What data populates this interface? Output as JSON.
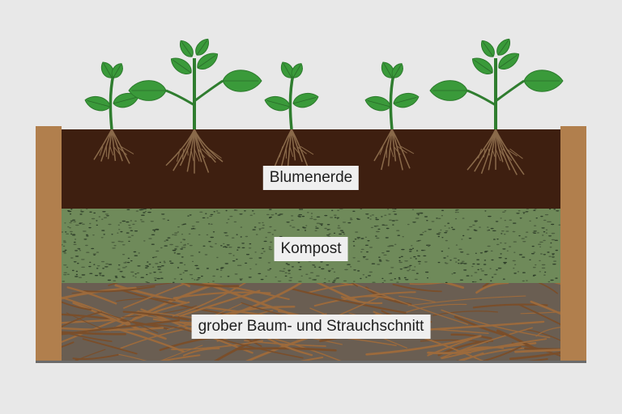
{
  "layers": [
    {
      "id": "top",
      "label": "Blumenerde",
      "color": "#3e1f10"
    },
    {
      "id": "middle",
      "label": "Kompost",
      "color": "#6f8a5a"
    },
    {
      "id": "bottom",
      "label": "grober Baum- und Strauchschnitt",
      "color": "#6a5e52"
    }
  ],
  "colors": {
    "background": "#e8e8e8",
    "frame_wood": "#b17f4d",
    "ground_line": "#6b6b6b",
    "label_background": "#efefef",
    "leaf": "#3a9a3a",
    "leaf_dark": "#2c7a2c",
    "stem": "#2f7d2f",
    "root": "#8a6a4a",
    "branch": "#9c6a3c"
  },
  "plants": [
    {
      "name": "seedling",
      "icon": "seedling-icon"
    },
    {
      "name": "large-plant",
      "icon": "large-plant-icon"
    },
    {
      "name": "seedling",
      "icon": "seedling-icon"
    },
    {
      "name": "seedling",
      "icon": "seedling-icon"
    },
    {
      "name": "large-plant",
      "icon": "large-plant-icon"
    }
  ]
}
